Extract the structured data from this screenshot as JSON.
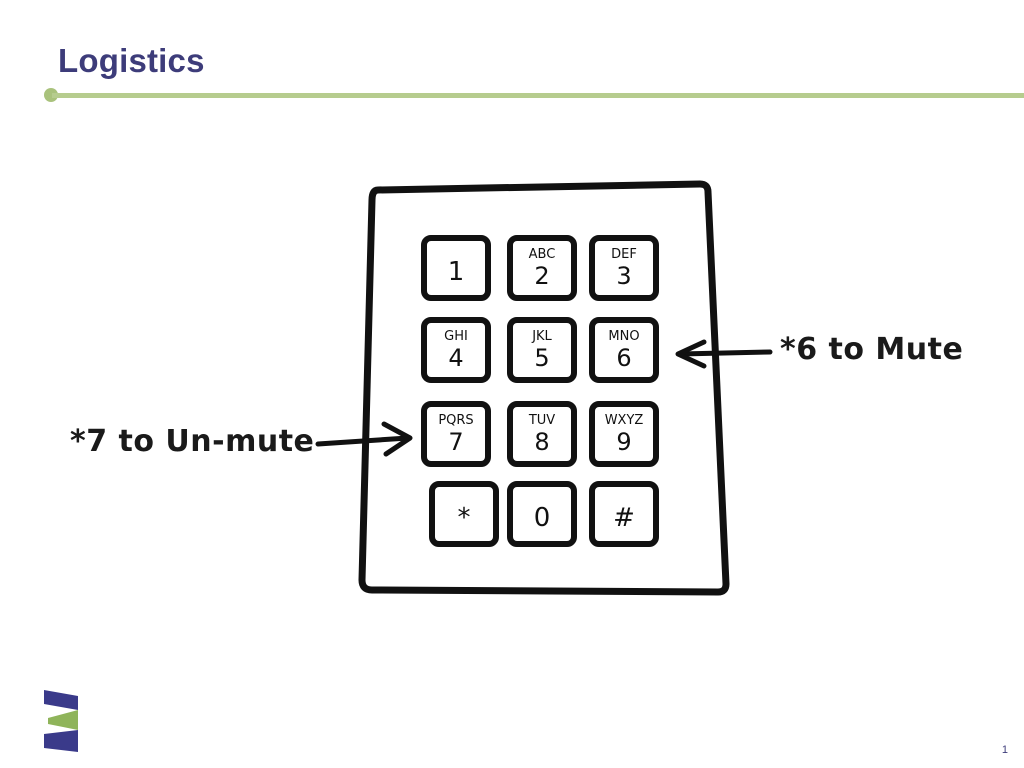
{
  "slide": {
    "title": "Logistics",
    "page_number": "1",
    "accent_color": "#b6cc8e",
    "title_color": "#3d3c7a"
  },
  "annotations": {
    "mute": "*6 to Mute",
    "unmute": "*7 to Un-mute"
  },
  "keypad": {
    "keys": [
      {
        "digit": "1",
        "letters": ""
      },
      {
        "digit": "2",
        "letters": "ABC"
      },
      {
        "digit": "3",
        "letters": "DEF"
      },
      {
        "digit": "4",
        "letters": "GHI"
      },
      {
        "digit": "5",
        "letters": "JKL"
      },
      {
        "digit": "6",
        "letters": "MNO"
      },
      {
        "digit": "7",
        "letters": "PQRS"
      },
      {
        "digit": "8",
        "letters": "TUV"
      },
      {
        "digit": "9",
        "letters": "WXYZ"
      },
      {
        "digit": "*",
        "letters": ""
      },
      {
        "digit": "0",
        "letters": ""
      },
      {
        "digit": "#",
        "letters": ""
      }
    ]
  },
  "icons": {
    "logo": "company-logo-icon",
    "arrow_left": "arrow-left-icon",
    "arrow_right": "arrow-right-icon"
  }
}
